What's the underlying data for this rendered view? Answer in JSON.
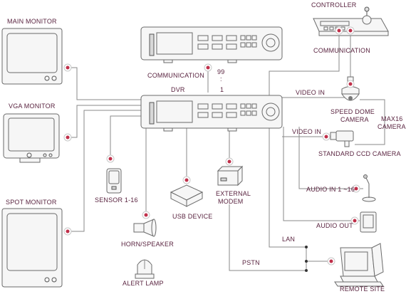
{
  "colors": {
    "label": "#5a2440",
    "line": "#8a8a8a",
    "connector": "#c0304a"
  },
  "labels": {
    "controller": "CONTROLLER",
    "communication_top": "COMMUNICATION",
    "main_monitor": "MAIN MONITOR",
    "communication_dvr": "COMMUNICATION",
    "count_99": "99",
    "count_dots": ":",
    "count_1": "1",
    "dvr": "DVR",
    "video_in_1": "VIDEO IN",
    "speed_dome_1": "SPEED DOME",
    "speed_dome_2": "CAMERA",
    "max16_1": "MAX16",
    "max16_2": "CAMERA",
    "vga_monitor": "VGA MONITOR",
    "video_in_2": "VIDEO IN",
    "standard_ccd": "STANDARD CCD CAMERA",
    "audio_in": "AUDIO IN 1 ~16",
    "sensor": "SENSOR 1-16",
    "external_1": "EXTERNAL",
    "external_2": "MODEM",
    "usb_device": "USB DEVICE",
    "spot_monitor": "SPOT MONITOR",
    "audio_out": "AUDIO OUT",
    "lan": "LAN",
    "horn_speaker": "HORN/SPEAKER",
    "pstn": "PSTN",
    "alert_lamp": "ALERT LAMP",
    "remote_site": "REMOTE SITE"
  }
}
